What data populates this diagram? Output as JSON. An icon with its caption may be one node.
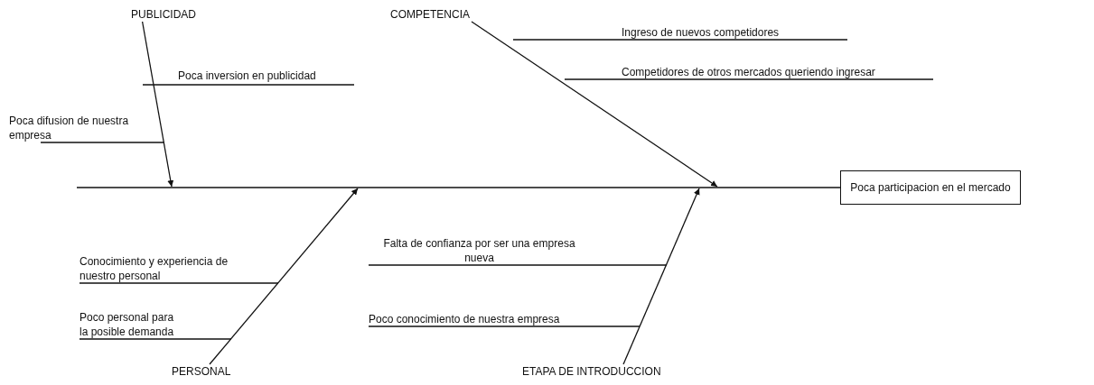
{
  "diagram": {
    "nodes": [
      {
        "text": [
          "PUBLICIDAD"
        ]
      },
      {
        "text": [
          "Poca inversion en publicidad"
        ]
      },
      {
        "text": [
          "Poca difusion de nuestra empresa"
        ]
      },
      {
        "text": [
          "COMPETENCIA"
        ]
      },
      {
        "text": [
          "Ingreso de nuevos competidores"
        ]
      },
      {
        "text": [
          "Competidores de otros mercados queriendo ingresar"
        ]
      },
      {
        "text": [
          "Poca participacion en el mercado"
        ]
      },
      {
        "text": [
          "Conocimiento y experiencia de nuestro personal"
        ]
      },
      {
        "text": [
          "Poco personal para la posible demanda"
        ]
      },
      {
        "text": [
          "PERSONAL"
        ]
      },
      {
        "text": [
          "Falta de confianza por ser una empresa nueva"
        ]
      },
      {
        "text": [
          "Poco conocimiento de nuestra empresa"
        ]
      },
      {
        "text": [
          "ETAPA DE INTRODUCCION"
        ]
      }
    ],
    "edges": [
      {
        "from": null,
        "to": 6,
        "arrow": "none"
      },
      {
        "from": 0,
        "to": null,
        "arrow": "to"
      },
      {
        "from": 3,
        "to": null,
        "arrow": "to"
      },
      {
        "from": 9,
        "to": null,
        "arrow": "to"
      },
      {
        "from": 12,
        "to": null,
        "arrow": "to"
      },
      {
        "from": 1,
        "to": null,
        "arrow": "none"
      },
      {
        "from": 2,
        "to": null,
        "arrow": "none"
      },
      {
        "from": 4,
        "to": null,
        "arrow": "none"
      },
      {
        "from": 5,
        "to": null,
        "arrow": "none"
      },
      {
        "from": 7,
        "to": null,
        "arrow": "none"
      },
      {
        "from": 8,
        "to": null,
        "arrow": "none"
      },
      {
        "from": 10,
        "to": null,
        "arrow": "none"
      },
      {
        "from": 11,
        "to": null,
        "arrow": "none"
      }
    ]
  }
}
